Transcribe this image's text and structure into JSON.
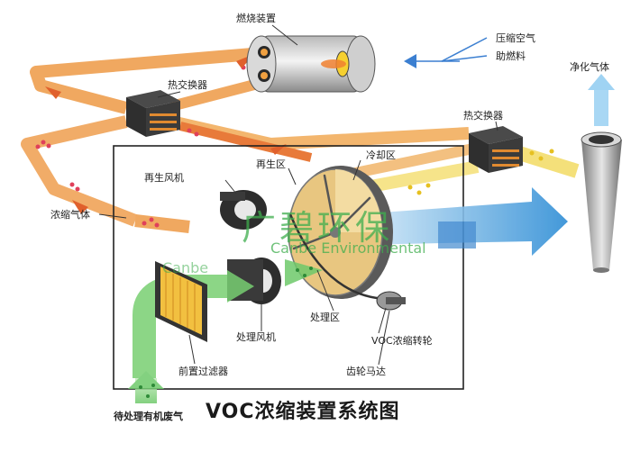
{
  "title": "VOC浓缩装置系统图",
  "labels": {
    "burner": "燃烧装置",
    "compressed_air": "压缩空气",
    "auxiliary_fuel": "助燃料",
    "heat_exchanger_top": "热交换器",
    "heat_exchanger_right": "热交换器",
    "clean_gas": "净化气体",
    "regen_fan": "再生风机",
    "regen_zone": "再生区",
    "cooling_zone": "冷却区",
    "concentrated_gas": "浓缩气体",
    "process_zone": "处理区",
    "process_fan": "处理风机",
    "voc_rotor": "VOC浓缩转轮",
    "prefilter": "前置过滤器",
    "gear_motor": "齿轮马达",
    "waste_gas": "待处理有机废气"
  },
  "watermark": {
    "cn": "广碧环保",
    "en": "Canbe Environmental",
    "en_short": "Canbe"
  }
}
